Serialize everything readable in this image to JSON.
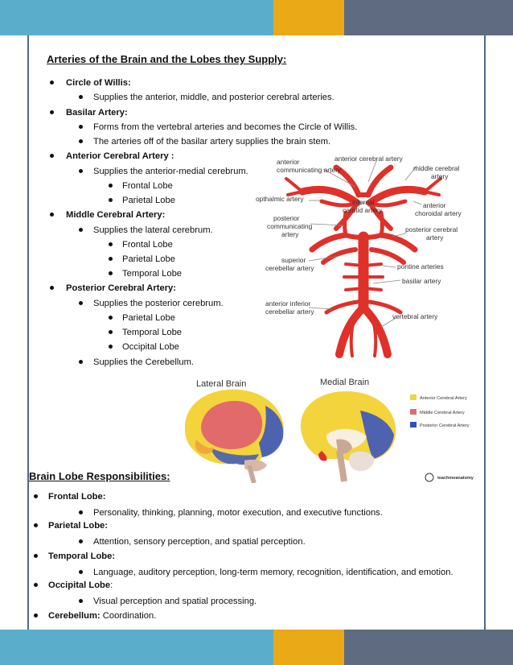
{
  "colors": {
    "teal": "#5aaecc",
    "gold": "#eaa917",
    "slate": "#5f6b80",
    "artery": "#e0302a",
    "ant": "#f3d43c",
    "mid": "#e36a6a",
    "post": "#2f4fc4",
    "temporal_orange": "#f2a73a"
  },
  "arteries": {
    "heading": "Arteries of the Brain and  the Lobes they Supply:",
    "circle_title": "Circle of Willis:",
    "circle_1": "Supplies the anterior, middle, and posterior cerebral arteries.",
    "basilar_title": "Basilar Artery:",
    "basilar_1": "Forms from the vertebral arteries and becomes the Circle of Willis.",
    "basilar_2": "The arteries off of the basilar artery supplies the brain stem.",
    "aca_title": "Anterior Cerebral Artery :",
    "aca_1": "Supplies the anterior-medial cerebrum.",
    "aca_l1": "Frontal Lobe",
    "aca_l2": "Parietal Lobe",
    "mca_title": "Middle Cerebral Artery:",
    "mca_1": "Supplies the lateral cerebrum.",
    "mca_l1": "Frontal Lobe",
    "mca_l2": "Parietal Lobe",
    "mca_l3": "Temporal Lobe",
    "pca_title": "Posterior Cerebral Artery:",
    "pca_1": "Supplies the posterior cerebrum.",
    "pca_l1": "Parietal Lobe",
    "pca_l2": "Temporal Lobe",
    "pca_l3": "Occipital Lobe",
    "pca_2": "Supplies the Cerebellum."
  },
  "diagram_labels": {
    "acom_1": "anterior",
    "acom_2": "communicating artery",
    "aca": "anterior cerebral artery",
    "mca_1": "middle cerebral",
    "mca_2": "artery",
    "ophthalmic": "opthalmic artery",
    "ica_1": "internal",
    "ica_2": "carotid artery",
    "achor_1": "anterior",
    "achor_2": "choroidal artery",
    "pcom_1": "posterior",
    "pcom_2": "communicating",
    "pcom_3": "artery",
    "pca_1": "posterior cerebral",
    "pca_2": "artery",
    "sca_1": "superior",
    "sca_2": "cerebellar artery",
    "pontine": "pontine arteries",
    "basilar": "basilar artery",
    "aica_1": "anterior inferior",
    "aica_2": "cerebellar artery",
    "vertebral": "vertebral artery"
  },
  "brain": {
    "lateral_title": "Lateral Brain",
    "medial_title": "Medial Brain",
    "legend_aca": "Anterior Cerebral Artery",
    "legend_mca": "Middle Cerebral Artery",
    "legend_pca": "Posterior Cerebral Artery",
    "brand": "teachmeanatomy"
  },
  "lobes": {
    "heading": "Brain Lobe Responsibilities:",
    "frontal_title": "Frontal Lobe:",
    "frontal_1": "Personality, thinking, planning, motor execution, and executive functions.",
    "parietal_title": "Parietal Lobe:",
    "parietal_1": "Attention, sensory perception, and spatial perception.",
    "temporal_title": "Temporal Lobe:",
    "temporal_1": "Language, auditory perception, long-term memory, recognition, identification, and emotion.",
    "occipital_title": "Occipital Lobe",
    "occipital_suffix": ":",
    "occipital_1": "Visual perception and spatial processing.",
    "cerebellum_title": "Cerebellum:",
    "cerebellum_desc": " Coordination."
  }
}
